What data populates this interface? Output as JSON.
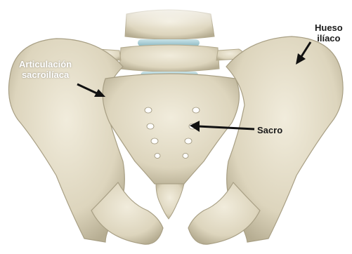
{
  "labels": {
    "sacroiliac_joint": {
      "line1": "Articulación",
      "line2": "sacroilíaca"
    },
    "iliac_bone": {
      "line1": "Hueso",
      "line2": "ilíaco"
    },
    "sacrum": {
      "text": "Sacro"
    }
  },
  "colors": {
    "bone": "#e8e2cf",
    "bone_shadow": "#bfb69c",
    "bone_dark": "#8f8770",
    "disc": "#a9cfd6",
    "arrow": "#111111",
    "background": "#ffffff"
  }
}
